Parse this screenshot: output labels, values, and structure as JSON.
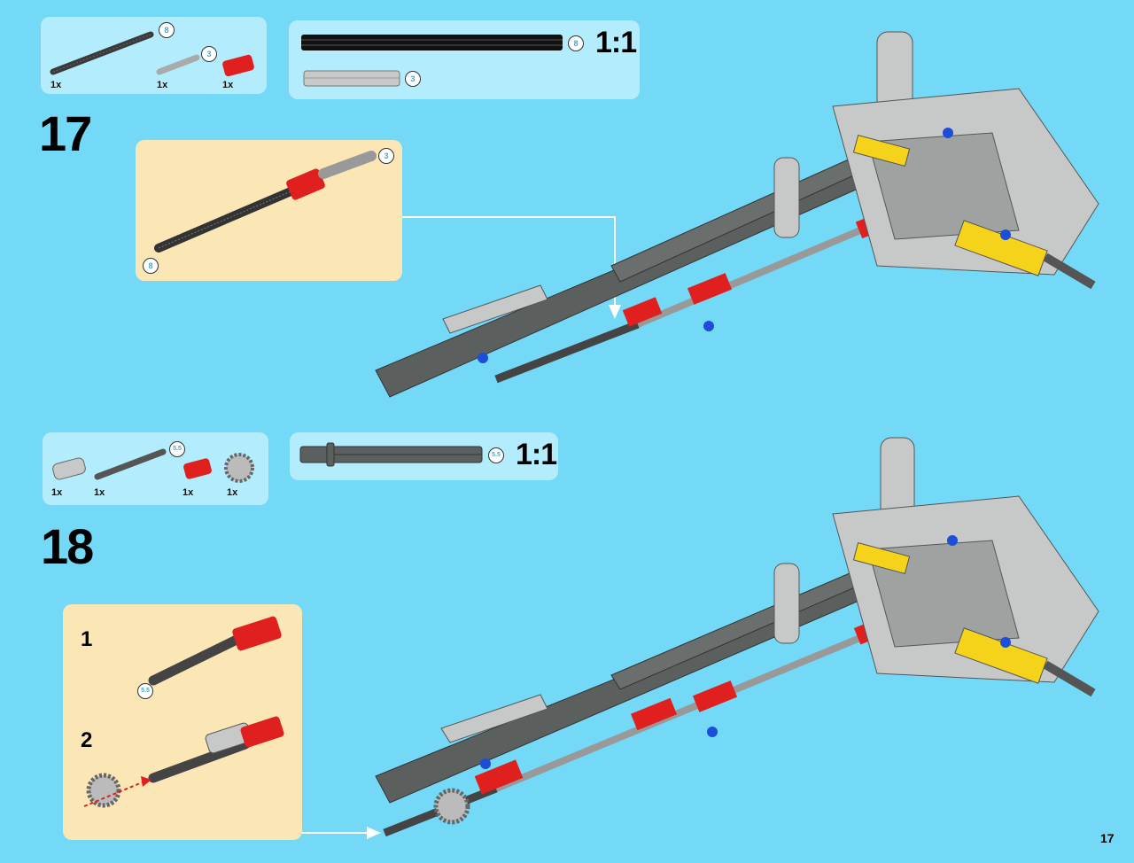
{
  "page_number": "17",
  "steps": [
    {
      "number": "17",
      "parts": [
        {
          "qty": "1x",
          "length": "8",
          "part": "axle-8-black"
        },
        {
          "qty": "1x",
          "length": "3",
          "part": "axle-3-grey"
        },
        {
          "qty": "1x",
          "part": "bush-red"
        }
      ],
      "scale_label": "1:1",
      "scale_parts": [
        {
          "length": "8"
        },
        {
          "length": "3"
        }
      ],
      "callout": {
        "labels": [
          "3",
          "8"
        ]
      }
    },
    {
      "number": "18",
      "parts": [
        {
          "qty": "1x",
          "part": "cross-block-grey"
        },
        {
          "qty": "1x",
          "length": "5.5",
          "part": "axle-5-5-stop"
        },
        {
          "qty": "1x",
          "part": "bush-red"
        },
        {
          "qty": "1x",
          "part": "gear-12-tooth-grey"
        }
      ],
      "scale_label": "1:1",
      "scale_parts": [
        {
          "length": "5.5"
        }
      ],
      "callout": {
        "substeps": [
          {
            "number": "1",
            "label": "5.5"
          },
          {
            "number": "2"
          }
        ]
      }
    }
  ],
  "colors": {
    "background": "#74d9f7",
    "panel": "#b3ecfc",
    "callout": "#fbe6b6",
    "dark_grey": "#5b605e",
    "light_grey": "#c7c9c8",
    "red": "#e01f1f",
    "yellow": "#f5d31a",
    "blue": "#1c4ed8"
  }
}
